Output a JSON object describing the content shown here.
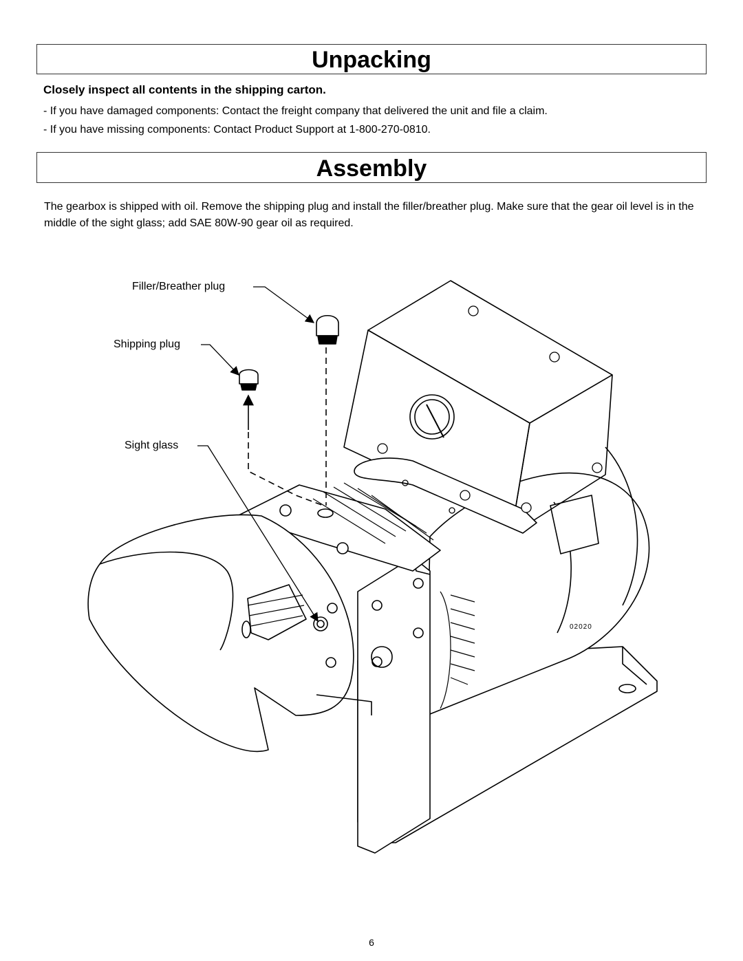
{
  "unpacking": {
    "title": "Unpacking",
    "subheading": "Closely inspect all contents in the shipping carton.",
    "items": [
      "- If you have damaged components: Contact the freight company that delivered the unit and file a claim.",
      "- If you have missing components: Contact Product Support at 1-800-270-0810."
    ]
  },
  "assembly": {
    "title": "Assembly",
    "paragraph": "The gearbox is shipped with oil.  Remove the shipping plug and install the filler/breather plug.  Make sure that the gear oil level is in the middle of the sight glass; add SAE 80W-90 gear oil as required."
  },
  "figure": {
    "callouts": {
      "filler": "Filler/Breather plug",
      "shipping": "Shipping plug",
      "sight": "Sight glass"
    },
    "code": "02020"
  },
  "page_number": "6"
}
